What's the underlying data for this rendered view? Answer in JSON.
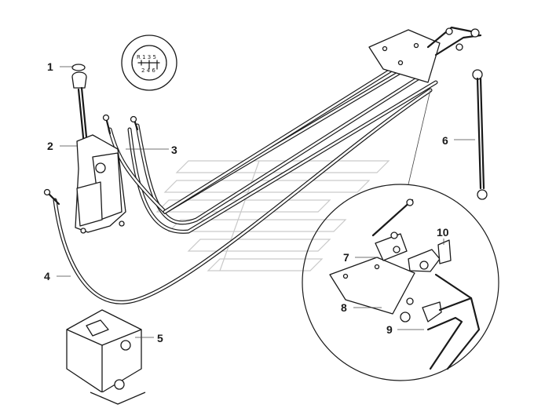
{
  "callouts": [
    {
      "id": "1",
      "label": "1"
    },
    {
      "id": "2",
      "label": "2"
    },
    {
      "id": "3",
      "label": "3"
    },
    {
      "id": "4",
      "label": "4"
    },
    {
      "id": "5",
      "label": "5"
    },
    {
      "id": "6",
      "label": "6"
    },
    {
      "id": "7",
      "label": "7"
    },
    {
      "id": "8",
      "label": "8"
    },
    {
      "id": "9",
      "label": "9"
    },
    {
      "id": "10",
      "label": "10"
    }
  ],
  "shift_pattern": {
    "top": "R 1 3 5",
    "bottom": "2 4 6"
  }
}
